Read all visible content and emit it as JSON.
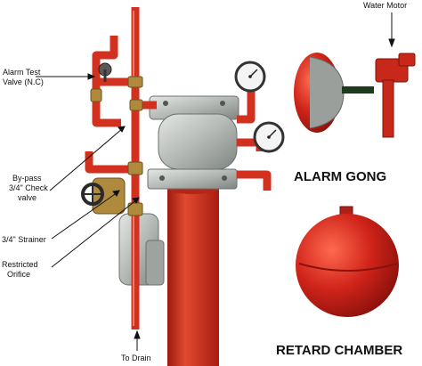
{
  "labels": {
    "water_motor": "Water Motor",
    "alarm_test_valve_line1": "Alarm Test",
    "alarm_test_valve_line2": "Valve (N.C)",
    "bypass_line1": "By-pass",
    "bypass_line2": "3/4\" Check",
    "bypass_line3": "valve",
    "strainer": "3/4\" Strainer",
    "restricted_line1": "Restricted",
    "restricted_line2": "Orifice",
    "to_drain": "To Drain",
    "alarm_gong": "ALARM GONG",
    "retard_chamber": "RETARD CHAMBER"
  },
  "colors": {
    "pipe_red": "#d2311f",
    "pipe_highlight": "#ee6a52",
    "valve_gray": "#b8bcb9",
    "brass": "#b08a3c",
    "gong_red": "#c81e14",
    "background": "#ffffff"
  }
}
